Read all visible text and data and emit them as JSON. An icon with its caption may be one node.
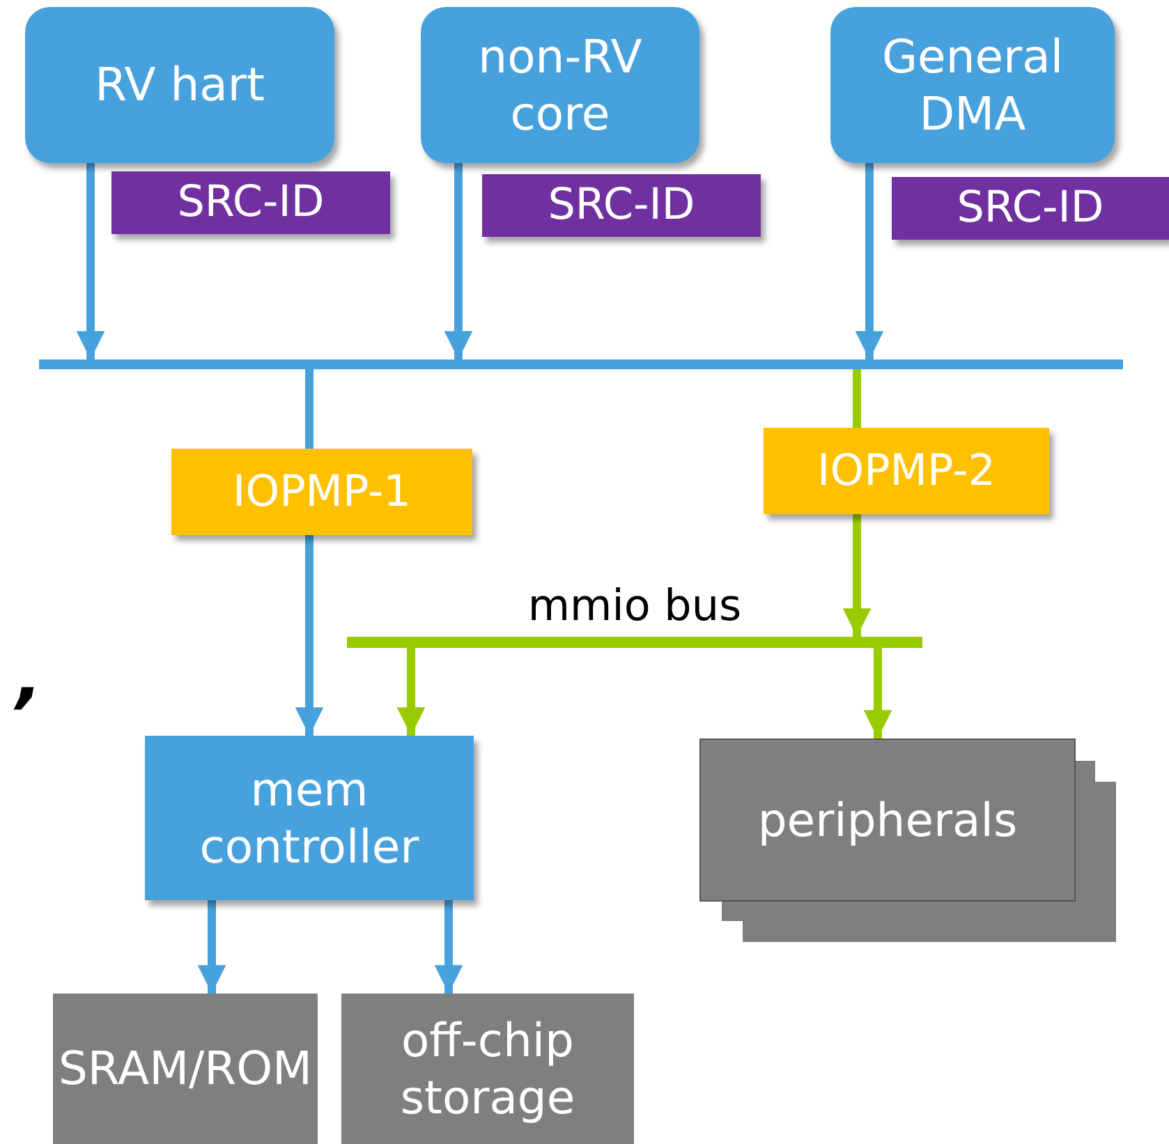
{
  "diagram": {
    "nodes": [
      {
        "text": [
          "RV hart"
        ]
      },
      {
        "text": [
          "non-RV core"
        ]
      },
      {
        "text": [
          "General DMA"
        ]
      },
      {
        "text": [
          "SRC-ID"
        ]
      },
      {
        "text": [
          "SRC-ID"
        ]
      },
      {
        "text": [
          "SRC-ID"
        ]
      },
      {
        "text": [],
        "shape": "bar"
      },
      {
        "text": [
          "IOPMP-1"
        ]
      },
      {
        "text": [
          "IOPMP-2"
        ]
      },
      {
        "text": [
          "mmio bus"
        ]
      },
      {
        "text": [
          "mem controller"
        ]
      },
      {
        "text": [
          "peripherals"
        ]
      },
      {
        "text": [
          "SRAM/ROM"
        ]
      },
      {
        "text": [
          "off-chip storage"
        ]
      }
    ],
    "edges": [
      {
        "from": 0,
        "to": 6,
        "arrow": "to"
      },
      {
        "from": 1,
        "to": 6,
        "arrow": "to"
      },
      {
        "from": 2,
        "to": 6,
        "arrow": "to"
      },
      {
        "from": 6,
        "to": 7,
        "arrow": "none"
      },
      {
        "from": 7,
        "to": 10,
        "arrow": "to"
      },
      {
        "from": 6,
        "to": 8,
        "arrow": "none",
        "color": "#99cc00"
      },
      {
        "from": 8,
        "to": 9,
        "arrow": "to",
        "color": "#99cc00"
      },
      {
        "from": 9,
        "to": 10,
        "arrow": "to",
        "color": "#99cc00"
      },
      {
        "from": 9,
        "to": 11,
        "arrow": "to",
        "color": "#99cc00"
      },
      {
        "from": 10,
        "to": 12,
        "arrow": "to"
      },
      {
        "from": 10,
        "to": 13,
        "arrow": "to"
      }
    ],
    "labels": [
      "’"
    ]
  }
}
